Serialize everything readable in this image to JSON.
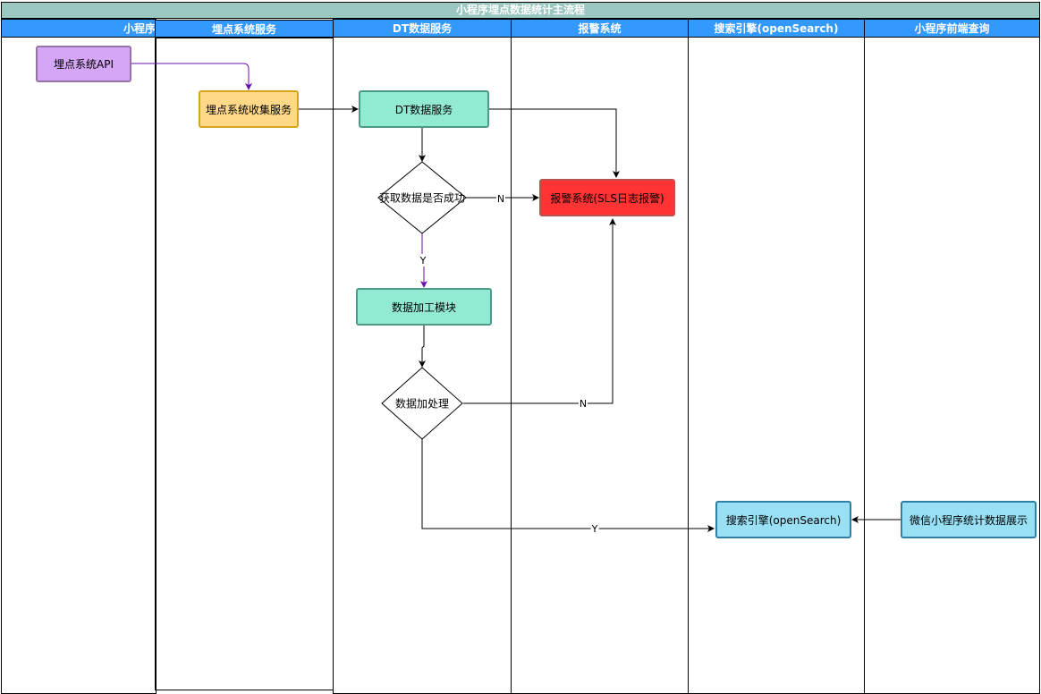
{
  "title": "小程序埋点数据统计主流程",
  "lanes": [
    {
      "label": "小程序"
    },
    {
      "label": "埋点系统服务"
    },
    {
      "label": "DT数据服务"
    },
    {
      "label": "报警系统"
    },
    {
      "label": "搜索引擎(openSearch)"
    },
    {
      "label": "小程序前端查询"
    }
  ],
  "nodes": {
    "api": {
      "label": "埋点系统API",
      "fill": "#d5a6f6",
      "stroke": "#9673a6"
    },
    "collect": {
      "label": "埋点系统收集服务",
      "fill": "#ffd987",
      "stroke": "#d6a520"
    },
    "dt": {
      "label": "DT数据服务",
      "fill": "#92ead3",
      "stroke": "#4d9a86"
    },
    "decision_fetch": {
      "label": "获取数据是否成功"
    },
    "alarm": {
      "label": "报警系统(SLS日志报警)",
      "fill": "#ff3333",
      "stroke": "#b85450"
    },
    "process": {
      "label": "数据加工模块",
      "fill": "#92ead3",
      "stroke": "#4d9a86"
    },
    "decision_process": {
      "label": "数据加处理"
    },
    "search": {
      "label": "搜索引擎(openSearch)",
      "fill": "#99e0f5",
      "stroke": "#2d7fa3"
    },
    "display": {
      "label": "微信小程序统计数据展示",
      "fill": "#99e0f5",
      "stroke": "#2d7fa3"
    }
  },
  "edges": {
    "fetch_no": "N",
    "fetch_yes": "Y",
    "process_no": "N",
    "process_yes": "Y"
  },
  "colors": {
    "title_bg": "#9ac7bf",
    "lane_header": "#3399ff",
    "edge_purple": "#6a0dad"
  }
}
